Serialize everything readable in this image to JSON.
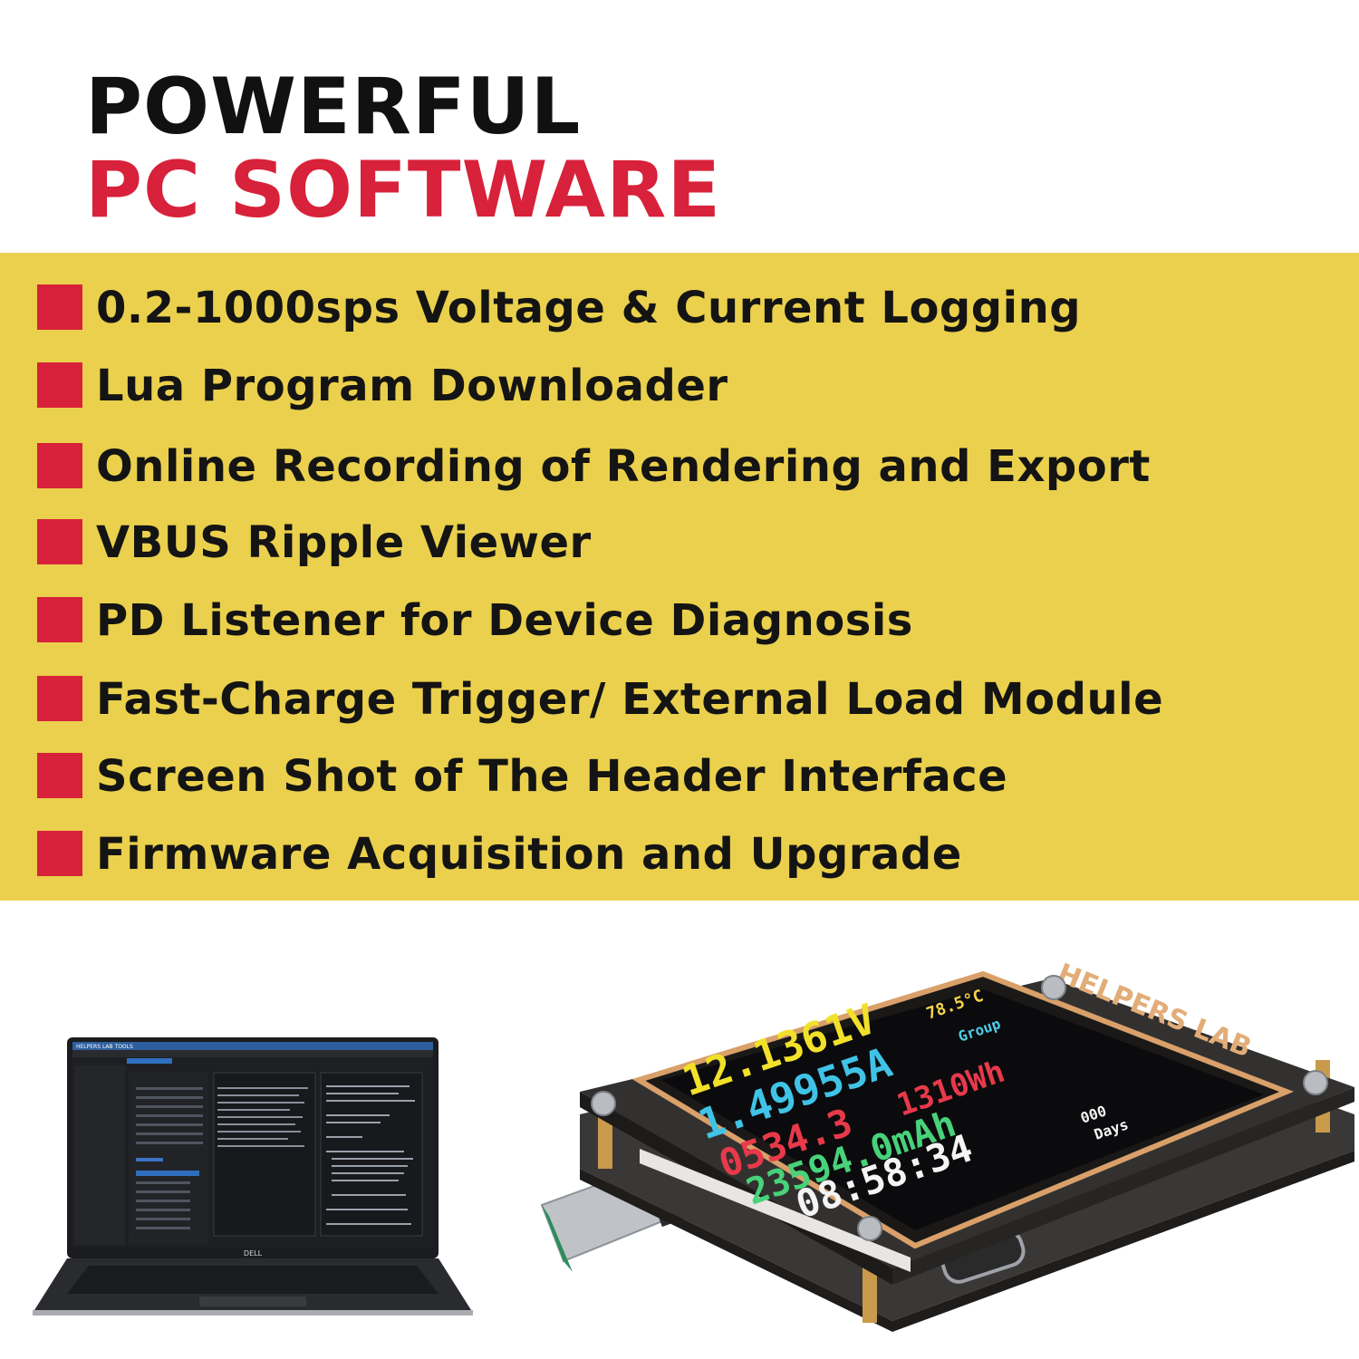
{
  "heading": {
    "line1": "POWERFUL",
    "line2": "PC SOFTWARE"
  },
  "colors": {
    "accent_red": "#d8213a",
    "band_yellow": "#ead04c",
    "text_dark": "#141414"
  },
  "features": [
    "0.2-1000sps Voltage & Current Logging",
    "Lua Program Downloader",
    "Online Recording of Rendering and Export",
    "VBUS Ripple Viewer",
    "PD Listener for Device Diagnosis",
    "Fast-Charge Trigger/ External Load Module",
    "Screen Shot of The Header Interface",
    "Firmware Acquisition and Upgrade"
  ],
  "laptop": {
    "brand": "DELL",
    "app_title": "HELPERS LAB TOOLS"
  },
  "device": {
    "brand": "HELPERS LAB",
    "readings": {
      "voltage": "12.1361V",
      "current": "1.49955A",
      "power": "0534.3",
      "energy": "1310Wh",
      "capacity": "23594.0mAh",
      "time": "08:58:34",
      "temperature": "78.5°C",
      "group": "Group",
      "days_count": "000",
      "days": "Days"
    }
  }
}
